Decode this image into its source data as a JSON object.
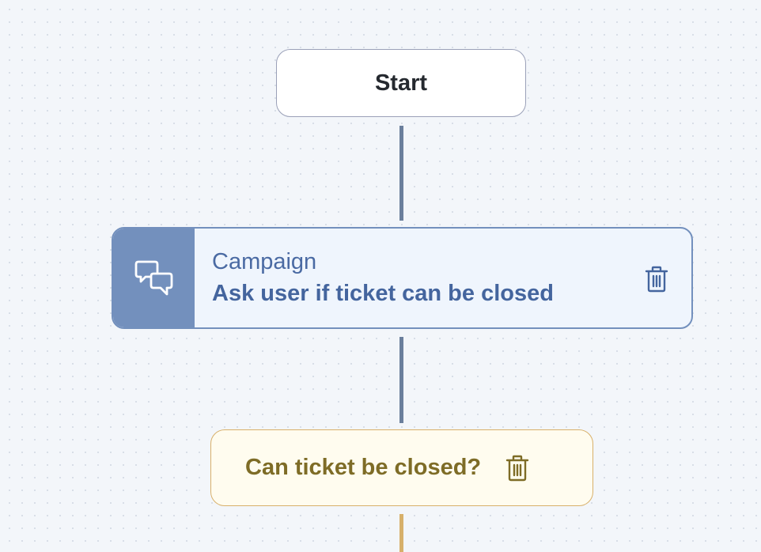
{
  "flow": {
    "start_node": {
      "label": "Start"
    },
    "campaign_node": {
      "type_label": "Campaign",
      "title": "Ask user if ticket can be closed",
      "icon": "chat-bubbles-icon",
      "delete_icon": "trash-icon"
    },
    "decision_node": {
      "label": "Can ticket be closed?",
      "delete_icon": "trash-icon"
    }
  },
  "colors": {
    "canvas_background": "#f3f6fa",
    "connector": "#6b7f9c",
    "campaign_accent": "#7390bd",
    "campaign_text": "#44659e",
    "decision_border": "#d8b06a",
    "decision_text": "#7e6c26"
  }
}
